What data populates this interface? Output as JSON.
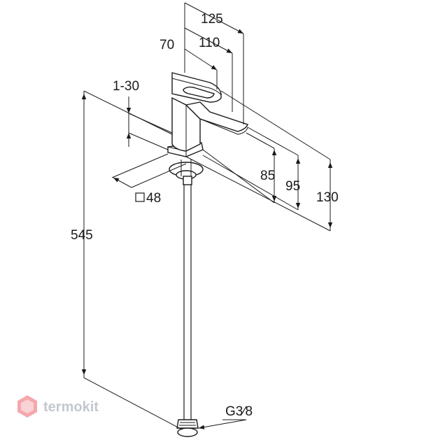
{
  "dimensions": {
    "d125": "125",
    "d110": "110",
    "d70": "70",
    "d1_30": "1-30",
    "d48": "48",
    "d545": "545",
    "d85": "85",
    "d95": "95",
    "d130": "130",
    "thread": "G3⁄8"
  },
  "watermark": {
    "brand": "termokit",
    "logo_color": "#e8464f"
  }
}
